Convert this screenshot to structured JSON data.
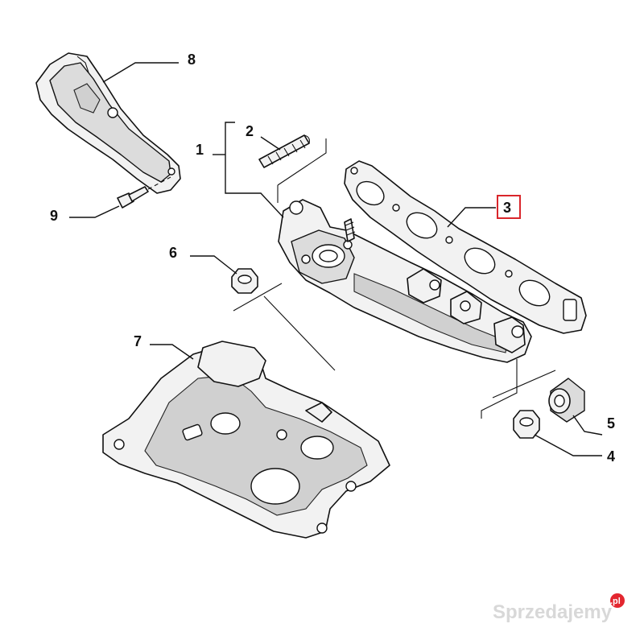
{
  "callouts": {
    "c1": "1",
    "c2": "2",
    "c3": "3",
    "c4": "4",
    "c5": "5",
    "c6": "6",
    "c7": "7",
    "c8": "8",
    "c9": "9"
  },
  "highlight_color": "#d9262b",
  "watermark": {
    "name": "Sprzedajemy",
    "suffix": ".pl",
    "badge_color": "#e3262f"
  }
}
